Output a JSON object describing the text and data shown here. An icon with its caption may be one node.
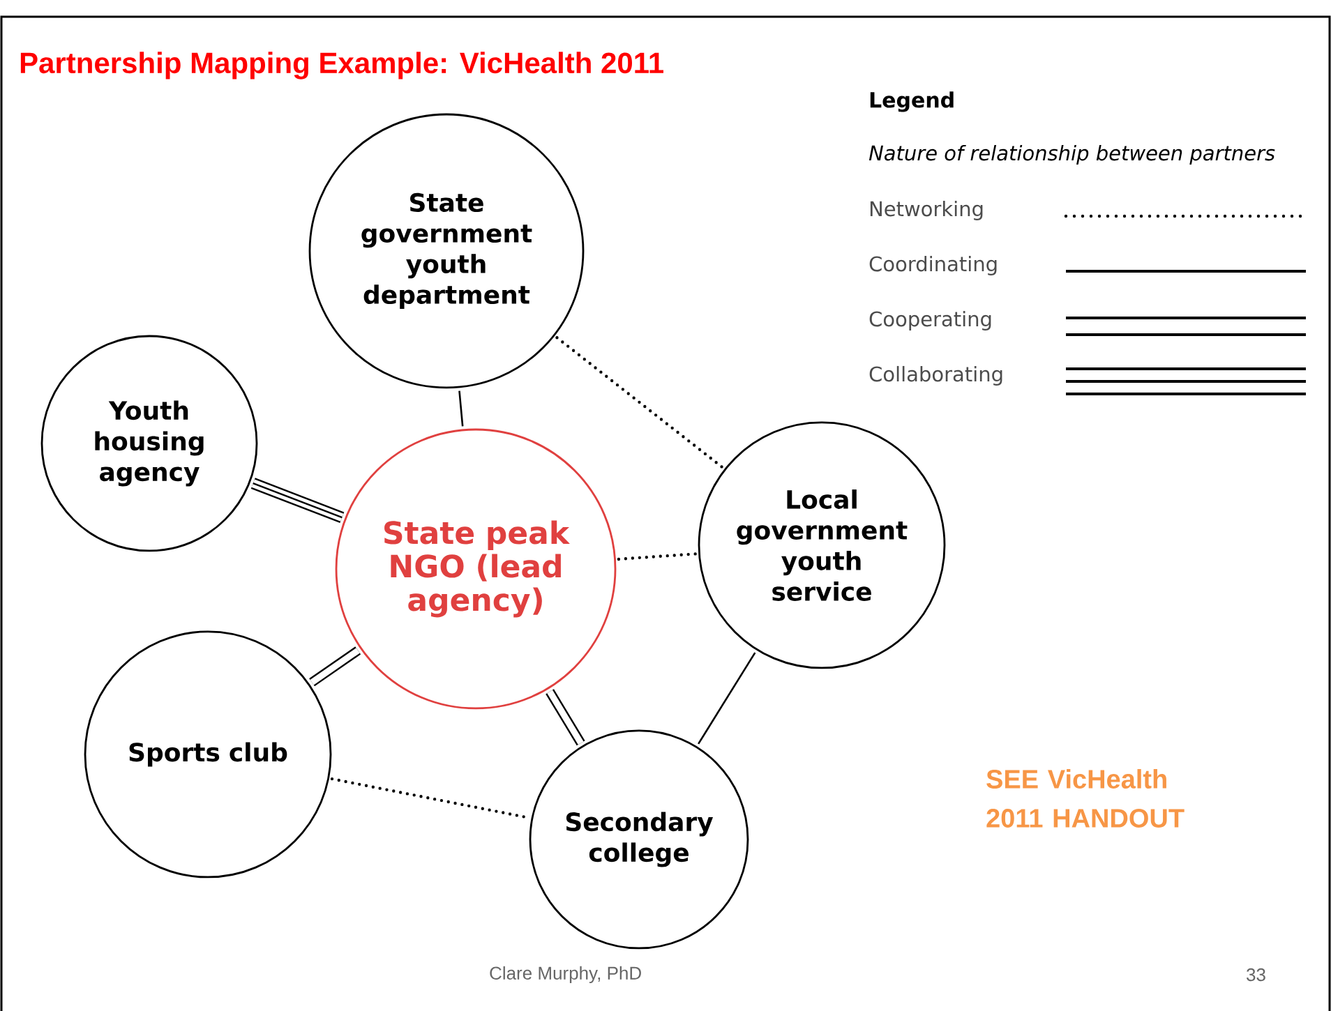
{
  "diagram": {
    "title": "Partnership Mapping Example: VicHealth 2011",
    "nodes": [
      {
        "text": [
          "State government youth department"
        ]
      },
      {
        "text": [
          "Youth housing agency"
        ]
      },
      {
        "text": [
          "State peak NGO (lead agency)"
        ]
      },
      {
        "text": [
          "Local government youth service"
        ]
      },
      {
        "text": [
          "Sports club"
        ]
      },
      {
        "text": [
          "Secondary college"
        ]
      }
    ],
    "edges": [
      {
        "from": 0,
        "to": 2,
        "arrow": "none"
      },
      {
        "from": 0,
        "to": 3,
        "arrow": "none",
        "style": "dashed"
      },
      {
        "from": 1,
        "to": 2,
        "arrow": "none",
        "style": "thick"
      },
      {
        "from": 2,
        "to": 3,
        "arrow": "none",
        "style": "dashed"
      },
      {
        "from": 4,
        "to": 2,
        "arrow": "none",
        "style": "thick"
      },
      {
        "from": 2,
        "to": 5,
        "arrow": "none",
        "style": "thick"
      },
      {
        "from": 3,
        "to": 5,
        "arrow": "none"
      },
      {
        "from": 4,
        "to": 5,
        "arrow": "none",
        "style": "dashed"
      }
    ],
    "labels": [
      "Legend",
      "Nature of relationship between partners",
      "SEE VicHealth 2011 HANDOUT",
      "Clare Murphy, PhD",
      "33"
    ],
    "legend": [
      {
        "text": "Networking"
      },
      {
        "text": "Coordinating"
      },
      {
        "text": "Cooperating"
      },
      {
        "text": "Collaborating"
      }
    ]
  }
}
